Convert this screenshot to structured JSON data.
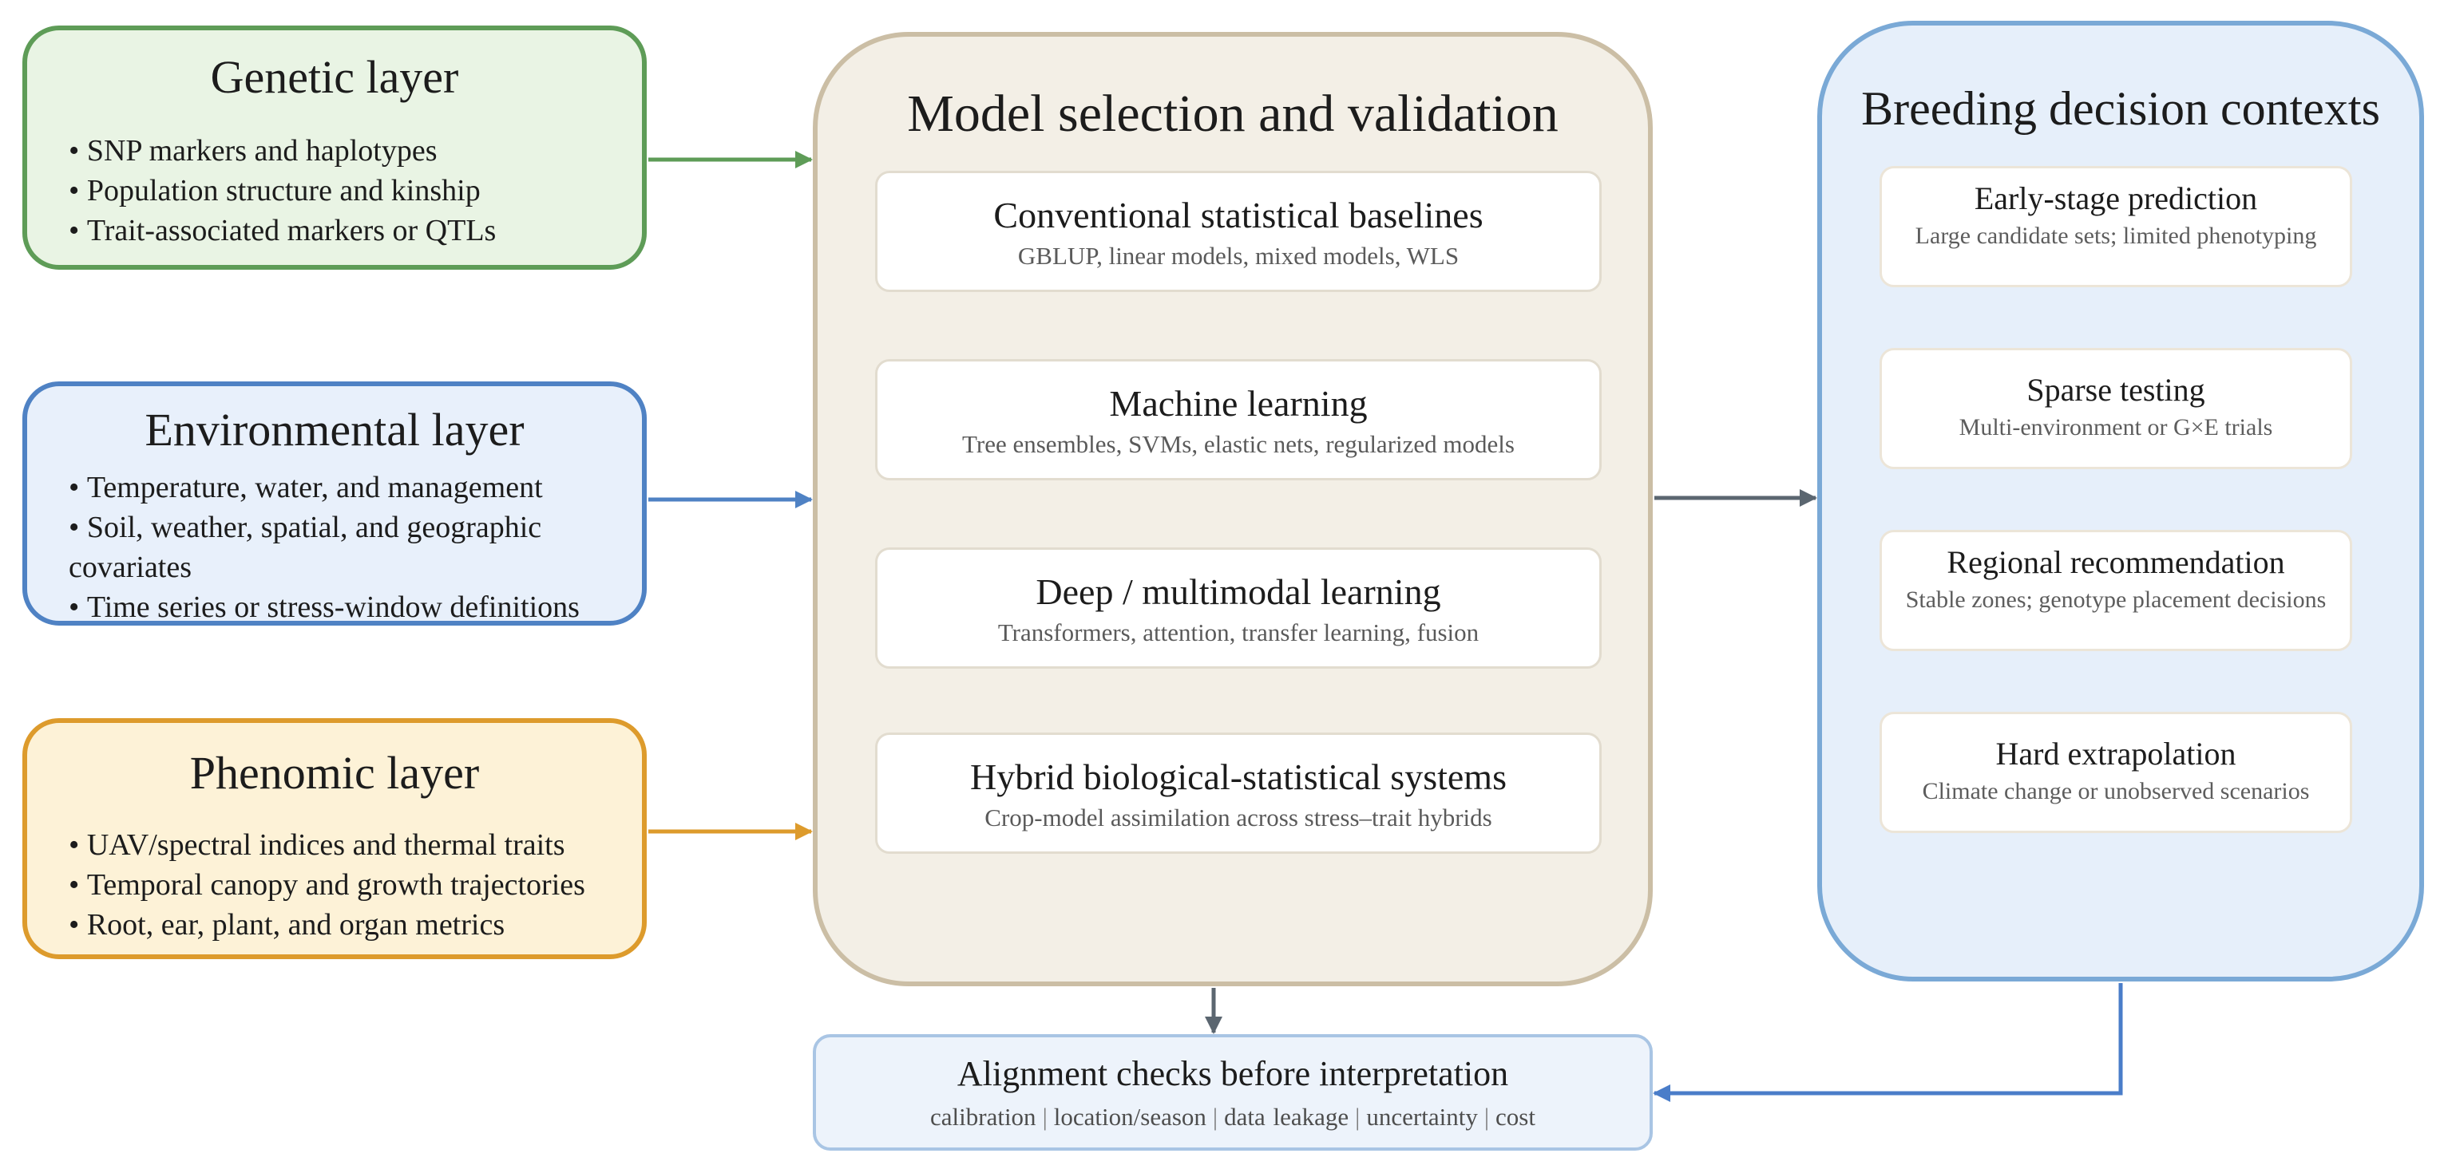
{
  "inputs": {
    "genetic": {
      "title": "Genetic layer",
      "items": [
        "SNP markers and haplotypes",
        "Population structure and kinship",
        "Trait-associated markers or QTLs"
      ],
      "color": "#5e9c57"
    },
    "environmental": {
      "title": "Environmental layer",
      "items": [
        "Temperature, water, and management",
        "Soil, weather, spatial, and geographic covariates",
        "Time series or stress-window definitions"
      ],
      "color": "#4f82c4"
    },
    "phenomic": {
      "title": "Phenomic layer",
      "items": [
        "UAV/spectral indices and thermal traits",
        "Temporal canopy and growth trajectories",
        "Root, ear, plant, and organ metrics"
      ],
      "color": "#dd9b2c"
    }
  },
  "model": {
    "title": "Model selection and validation",
    "methods": [
      {
        "title": "Conventional statistical baselines",
        "subtitle": "GBLUP, linear models, mixed models, WLS"
      },
      {
        "title": "Machine learning",
        "subtitle": "Tree ensembles, SVMs, elastic nets, regularized models"
      },
      {
        "title": "Deep / multimodal learning",
        "subtitle": "Transformers, attention, transfer learning, fusion"
      },
      {
        "title": "Hybrid biological-statistical systems",
        "subtitle": "Crop-model assimilation across stress–trait hybrids"
      }
    ]
  },
  "contexts": {
    "title": "Breeding decision contexts",
    "items": [
      {
        "title": "Early-stage prediction",
        "subtitle": "Large candidate sets; limited phenotyping"
      },
      {
        "title": "Sparse testing",
        "subtitle": "Multi-environment or G×E trials"
      },
      {
        "title": "Regional recommendation",
        "subtitle": "Stable zones; genotype placement decisions"
      },
      {
        "title": "Hard extrapolation",
        "subtitle": "Climate change or unobserved scenarios"
      }
    ]
  },
  "alignment": {
    "title": "Alignment checks before interpretation",
    "checks": [
      "calibration",
      "location/season",
      "data leakage",
      "uncertainty",
      "cost"
    ]
  },
  "colors": {
    "model_arrow": "#5b6670",
    "context_arrow": "#4a7dc9"
  }
}
